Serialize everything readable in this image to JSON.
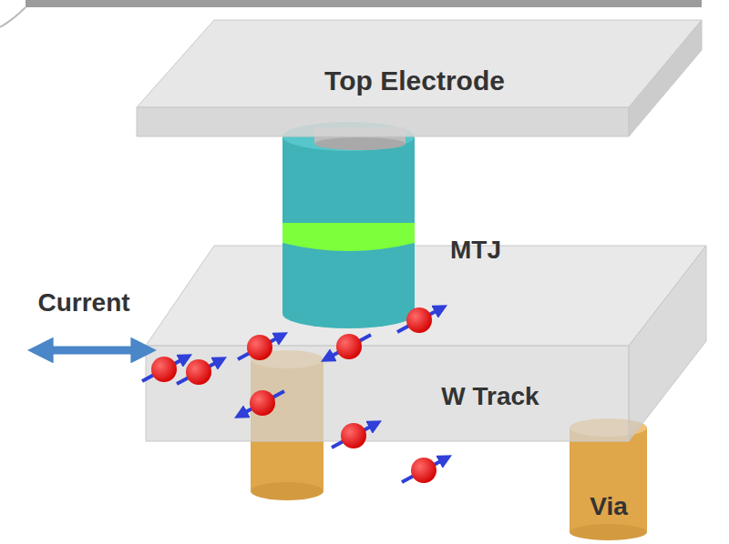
{
  "diagram": {
    "labels": [
      "Top Electrode",
      "MTJ",
      "Current",
      "W Track",
      "Via"
    ]
  }
}
